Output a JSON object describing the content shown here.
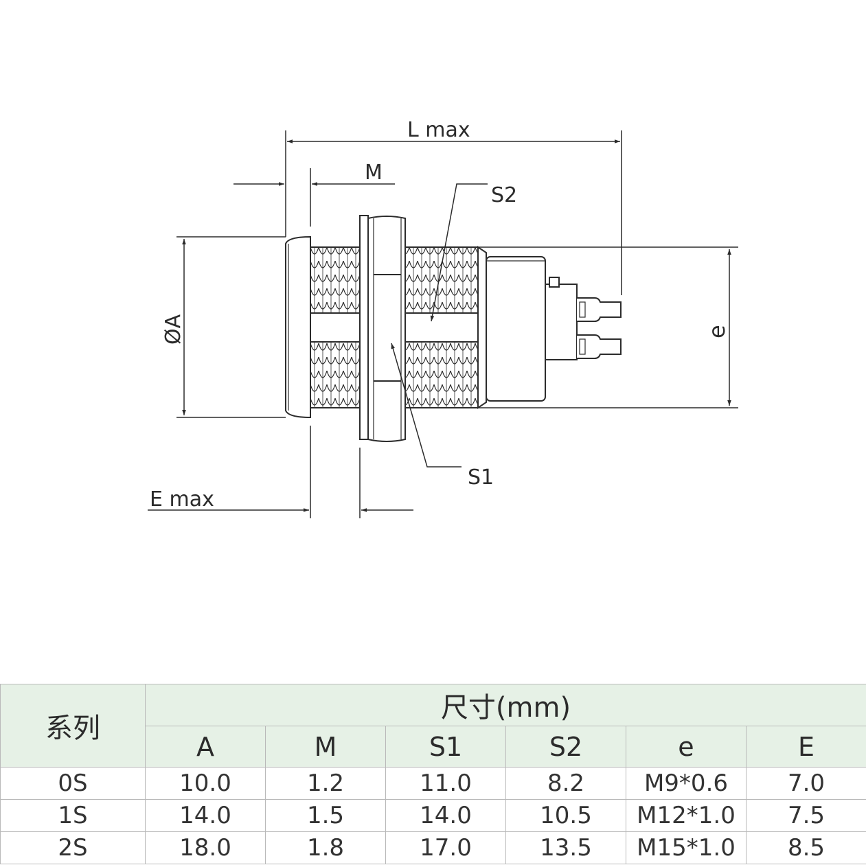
{
  "drawing": {
    "labels": {
      "l_max": "L max",
      "m": "M",
      "s2": "S2",
      "s1": "S1",
      "dia_a": "ØA",
      "e": "e",
      "e_max": "E max"
    }
  },
  "table": {
    "series_header": "系列",
    "group_header": "尺寸(mm)",
    "columns": [
      "A",
      "M",
      "S1",
      "S2",
      "e",
      "E"
    ],
    "rows": [
      {
        "series": "0S",
        "values": [
          "10.0",
          "1.2",
          "11.0",
          "8.2",
          "M9*0.6",
          "7.0"
        ]
      },
      {
        "series": "1S",
        "values": [
          "14.0",
          "1.5",
          "14.0",
          "10.5",
          "M12*1.0",
          "7.5"
        ]
      },
      {
        "series": "2S",
        "values": [
          "18.0",
          "1.8",
          "17.0",
          "13.5",
          "M15*1.0",
          "8.5"
        ]
      }
    ]
  },
  "colors": {
    "line": "#2b2b2b",
    "header_bg": "#e6f1e6",
    "border": "#b9b9b9"
  }
}
